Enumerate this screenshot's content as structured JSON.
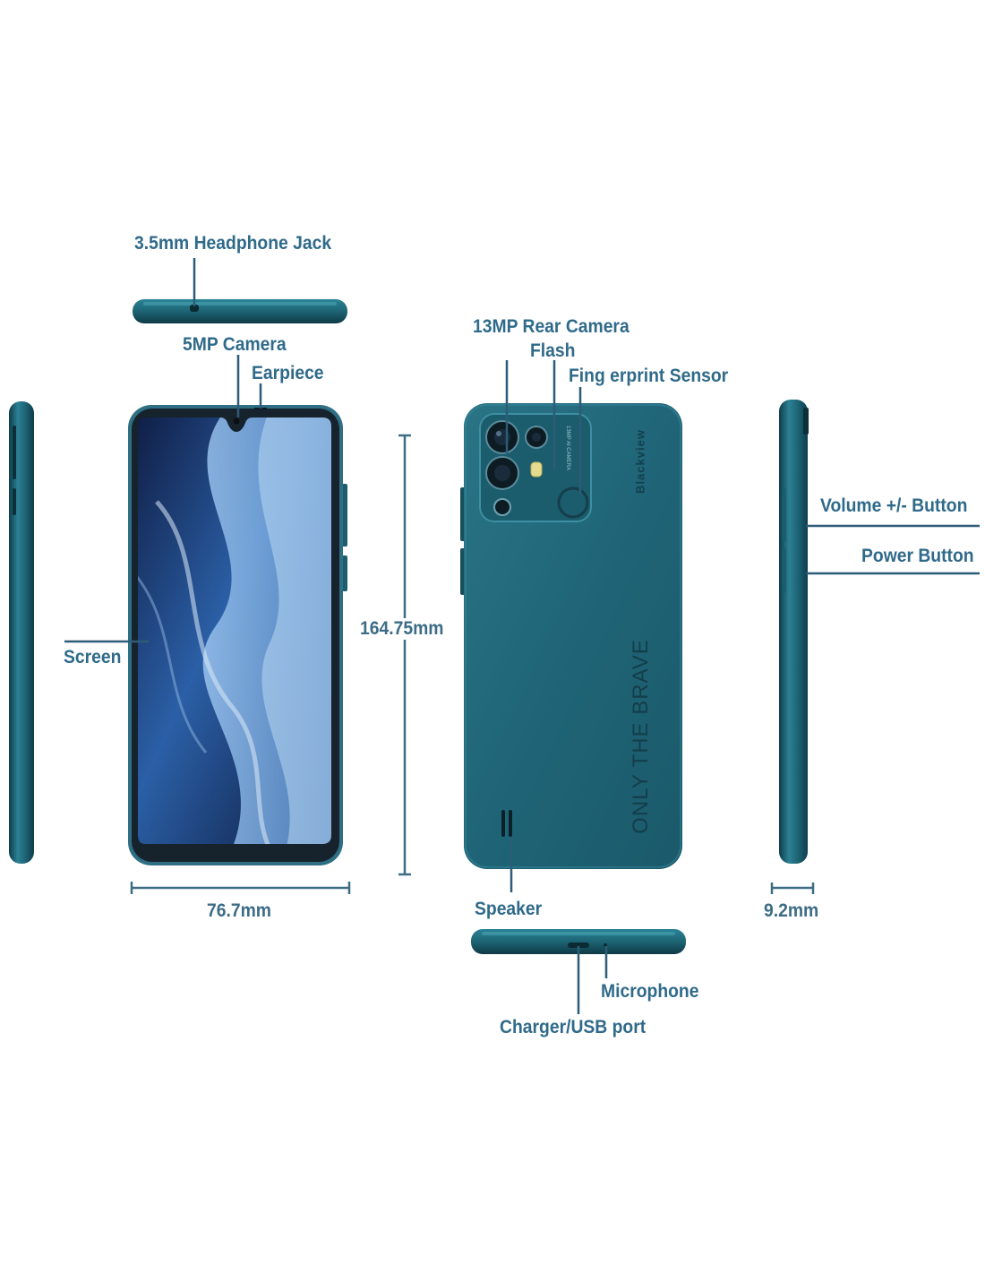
{
  "labels": {
    "headphone_jack": "3.5mm Headphone Jack",
    "front_camera": "5MP Camera",
    "earpiece": "Earpiece",
    "rear_camera": "13MP Rear Camera",
    "flash": "Flash",
    "fingerprint": "Fing erprint Sensor",
    "volume_button": "Volume +/- Button",
    "power_button": "Power Button",
    "screen": "Screen",
    "speaker": "Speaker",
    "microphone": "Microphone",
    "charger_port": "Charger/USB port"
  },
  "dimensions": {
    "height": "164.75mm",
    "width": "76.7mm",
    "thickness": "9.2mm"
  },
  "back_print": {
    "brand": "Blackview",
    "slogan": "ONLY THE BRAVE",
    "camera_print": "13MP AI CAMERA"
  },
  "colors": {
    "body": "#1f6577",
    "body_dark": "#164e5e",
    "label_text": "#2f6a8a",
    "callout_line": "#2c5c78"
  }
}
